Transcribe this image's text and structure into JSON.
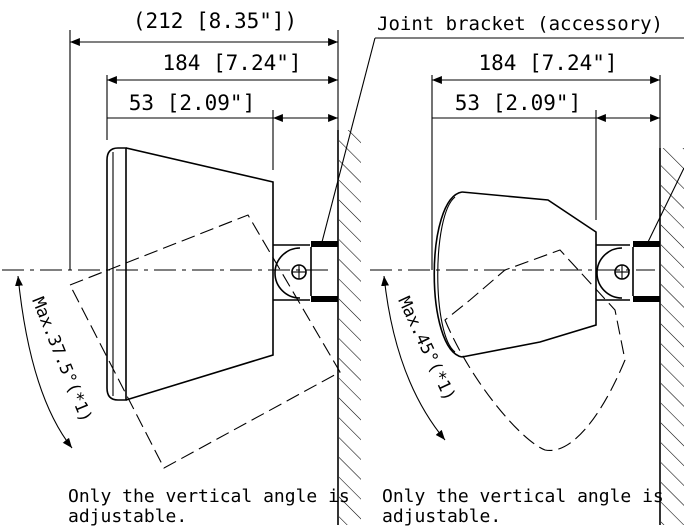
{
  "left": {
    "dim_overall": "(212 [8.35\"])",
    "dim_depth": "184 [7.24\"]",
    "dim_offset": "53 [2.09\"]",
    "angle": "Max.37.5°(*1)",
    "note_line1": "Only the vertical angle is",
    "note_line2": "adjustable."
  },
  "right": {
    "callout": "Joint bracket (accessory)",
    "dim_depth": "184 [7.24\"]",
    "dim_offset": "53 [2.09\"]",
    "angle": "Max.45°(*1)",
    "note_line1": "Only the vertical angle is",
    "note_line2": "adjustable."
  }
}
